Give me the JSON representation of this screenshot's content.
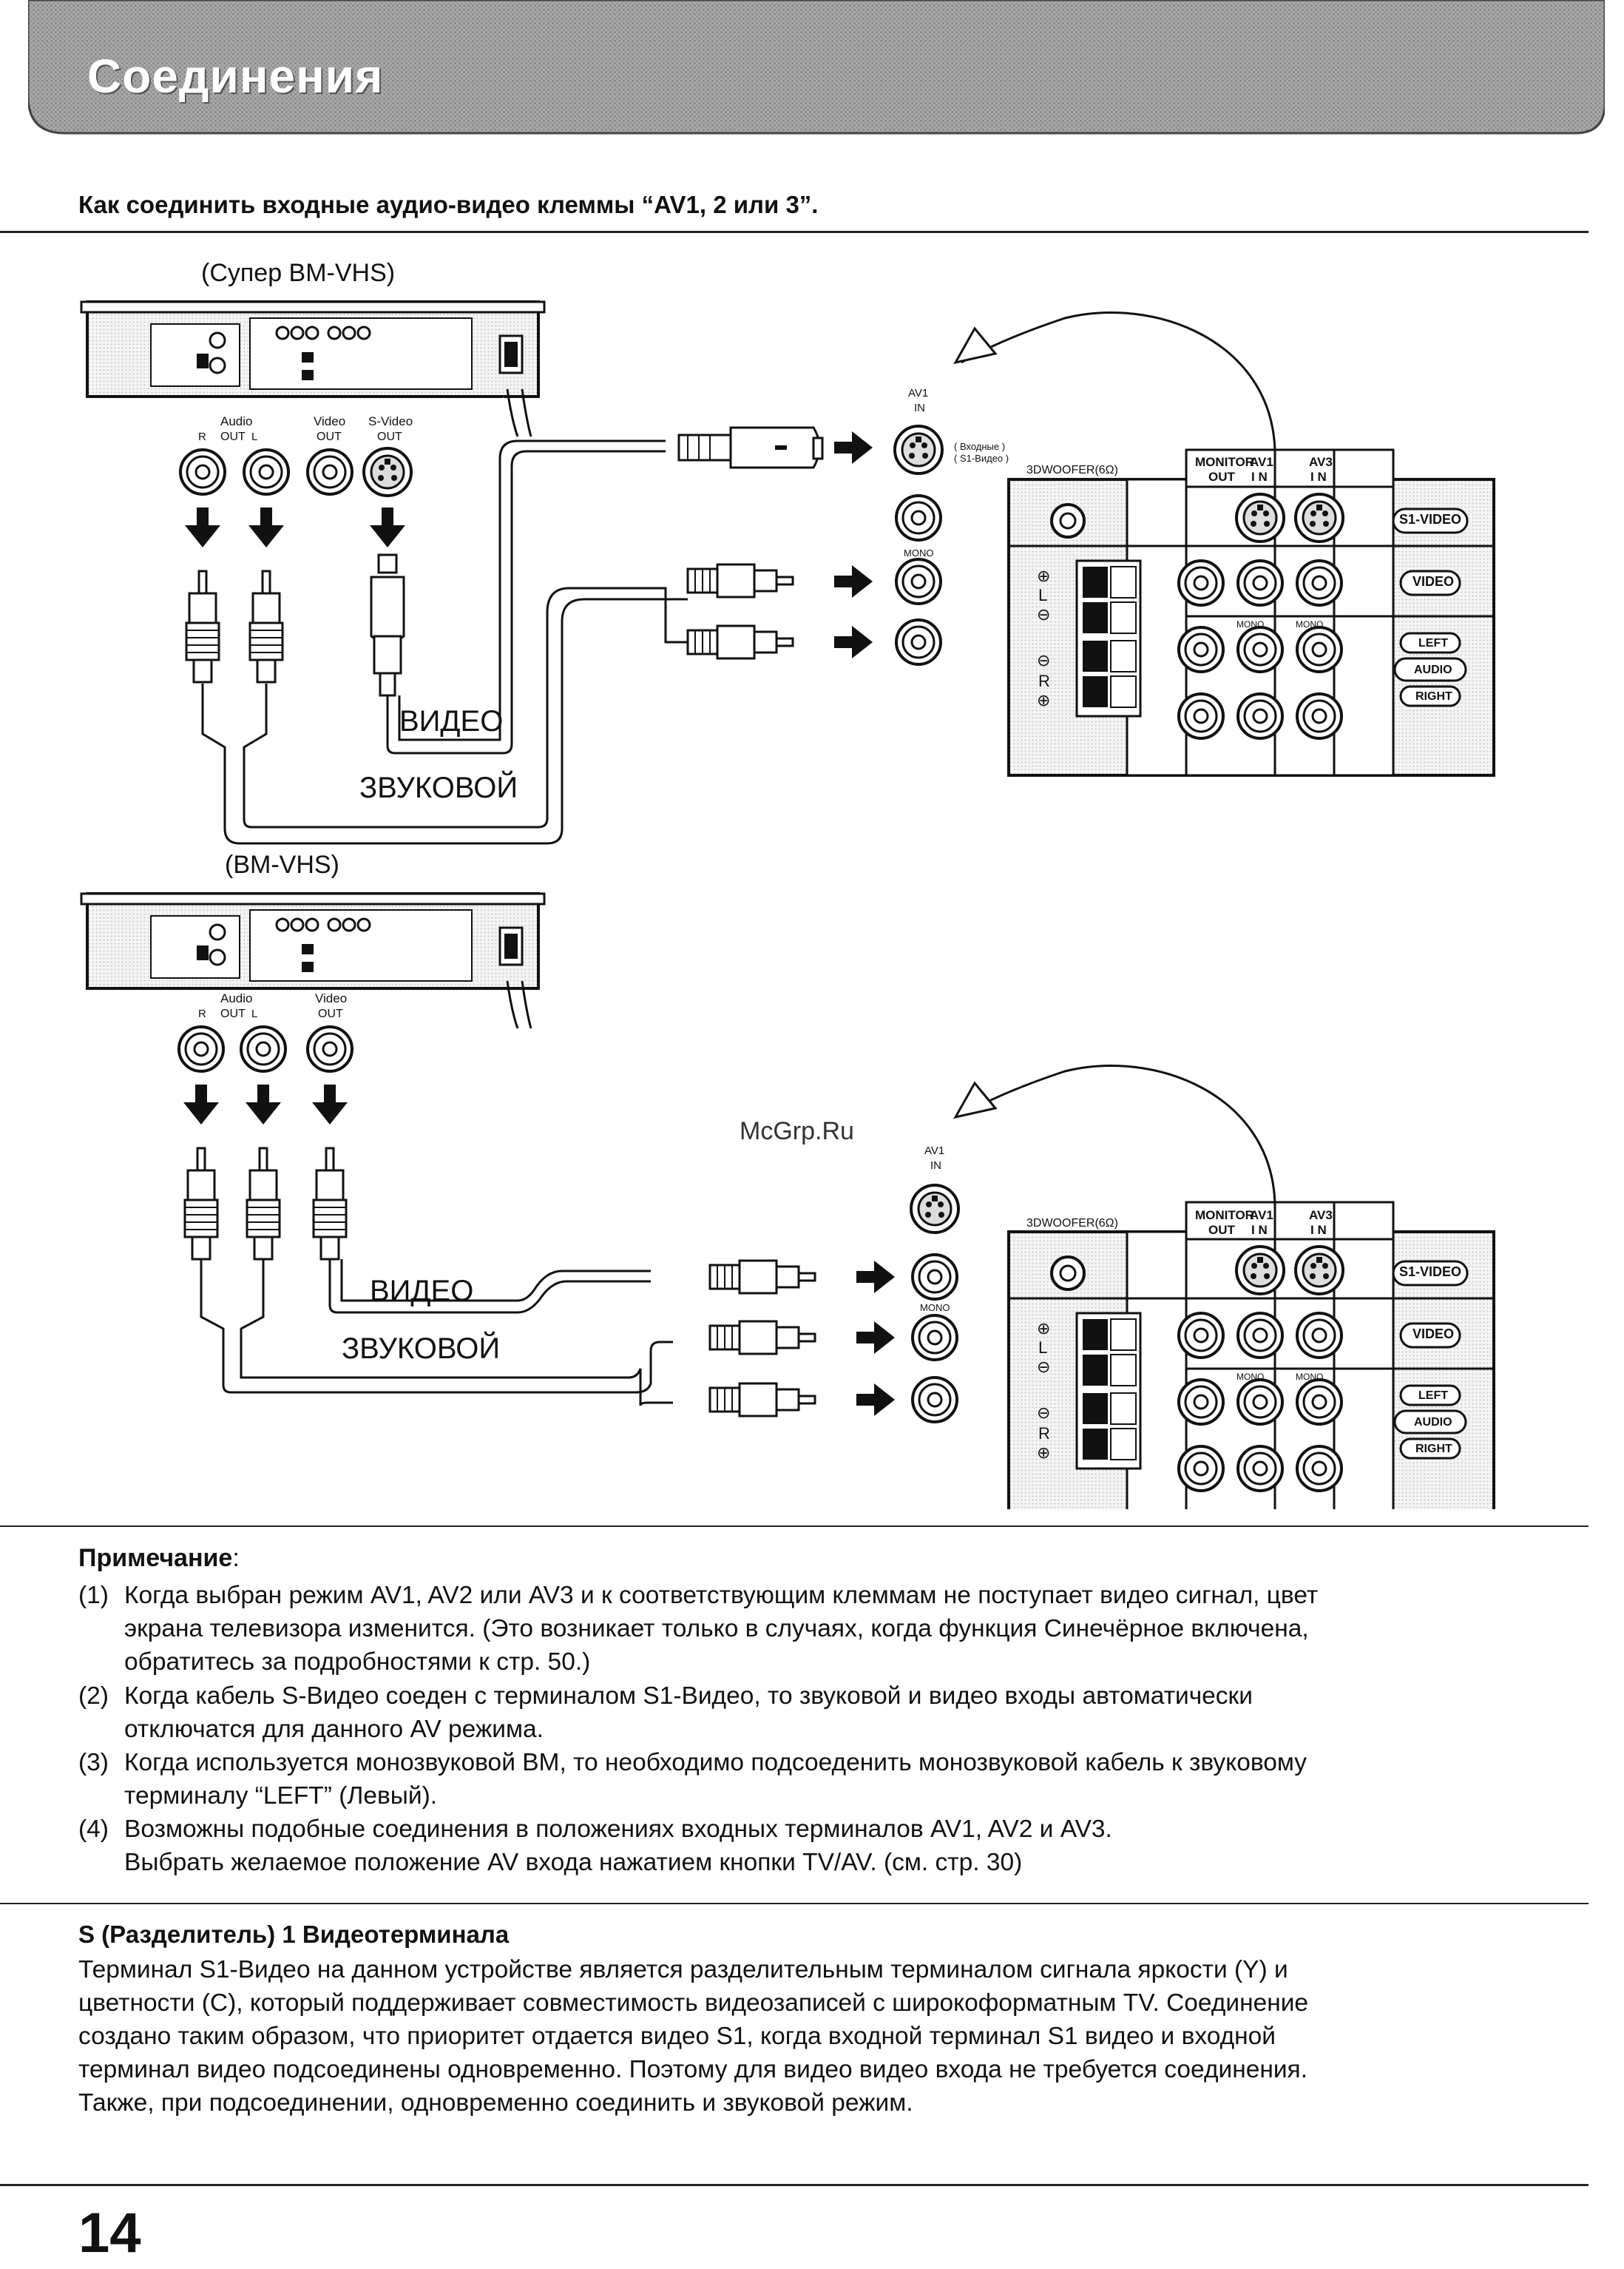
{
  "header": {
    "title": "Соединения"
  },
  "subtitle": "Как соединить входные аудио-видео клеммы “AV1, 2 или 3”.",
  "diagram": {
    "top": {
      "device": "(Супер ВМ-VHS)",
      "jack_group_audio": "Audio",
      "jack_out": "OUT",
      "jack_r": "R",
      "jack_l": "L",
      "jack_video": "Video",
      "jack_svideo": "S-Video",
      "cable_video": "ВИДЕО",
      "cable_audio": "ЗВУКОВОЙ",
      "av1": "AV1",
      "in": "IN",
      "svideo_note_1": "( Входные )",
      "svideo_note_2": "( S1-Видео )",
      "mono": "MONO"
    },
    "bottom": {
      "device": "(ВМ-VHS)",
      "jack_group_audio": "Audio",
      "jack_out": "OUT",
      "jack_r": "R",
      "jack_l": "L",
      "jack_video": "Video",
      "cable_video": "ВИДЕО",
      "cable_audio": "ЗВУКОВОЙ",
      "av1": "AV1",
      "in": "IN",
      "mono": "MONO"
    },
    "panel": {
      "woofer": "3DWOOFER(6Ω)",
      "monitor": "MONITOR",
      "out": "OUT",
      "av1": "AV1",
      "av3": "AV3",
      "in": "I N",
      "s1video": "S1-VIDEO",
      "video": "VIDEO",
      "left": "LEFT",
      "audio": "AUDIO",
      "right": "RIGHT",
      "mono": "MONO",
      "plus": "⊕",
      "minus": "⊖",
      "l": "L",
      "r": "R"
    },
    "watermark": "McGrp.Ru"
  },
  "notes": {
    "heading": "Примечание",
    "items": [
      {
        "num": "(1)",
        "lines": [
          "Когда выбран режим AV1, AV2 или AV3 и к соответствующим клеммам не поступает видео сигнал, цвет",
          "экрана телевизора изменится. (Это возникает только в случаях, когда функция Синечёрное включена,",
          "обратитесь за подробностями к стр. 50.)"
        ]
      },
      {
        "num": "(2)",
        "lines": [
          "Когда кабель S-Видео соеден с терминалом S1-Видео, то звуковой и видео входы автоматически",
          "отключатся для данного AV режима."
        ]
      },
      {
        "num": "(3)",
        "lines": [
          "Когда используется монозвуковой ВМ, то необходимо подсоеденить монозвуковой кабель к звуковому",
          "терминалу “LEFT” (Левый)."
        ]
      },
      {
        "num": "(4)",
        "lines": [
          "Возможны подобные соединения в положениях входных терминалов AV1, AV2 и AV3.",
          "Выбрать желаемое положение AV входа нажатием кнопки TV/AV. (см. стр. 30)"
        ]
      }
    ]
  },
  "section": {
    "heading": "S (Разделитель) 1 Видеотерминала",
    "lines": [
      "Терминал S1-Видео на данном устройстве является разделительным терминалом сигнала яркости (Y) и",
      "цветности (C), который поддерживает совместимость видеозаписей с широкоформатным TV. Соединение",
      "создано таким образом, что приоритет отдается видео S1, когда входной терминал S1 видео и входной",
      "терминал видео подсоединены одновременно. Поэтому для видео видео входа не требуется соединения.",
      "Также, при подсоединении, одновременно соединить и звуковой режим."
    ]
  },
  "page_number": "14"
}
